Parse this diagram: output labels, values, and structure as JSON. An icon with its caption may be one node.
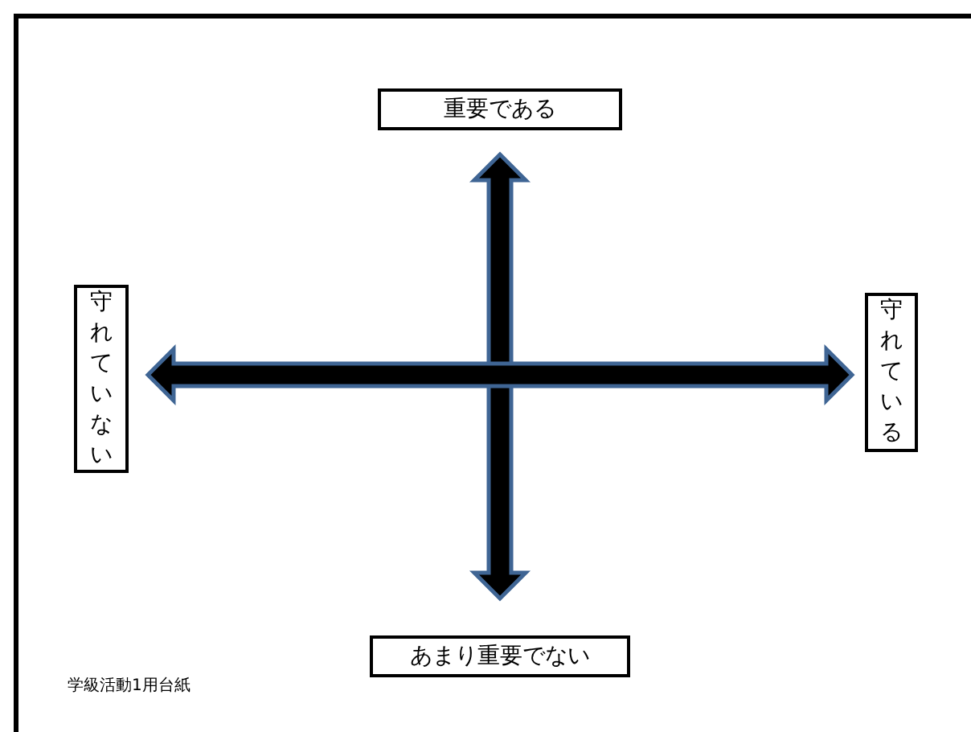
{
  "diagram": {
    "nodes": [
      {
        "text": [
          "重要である"
        ]
      },
      {
        "text": [
          "守れていない"
        ]
      },
      {
        "text": [
          "守れている"
        ]
      },
      {
        "text": [
          "あまり重要でない"
        ]
      }
    ],
    "labels": [
      "学級活動1用台紙"
    ]
  }
}
